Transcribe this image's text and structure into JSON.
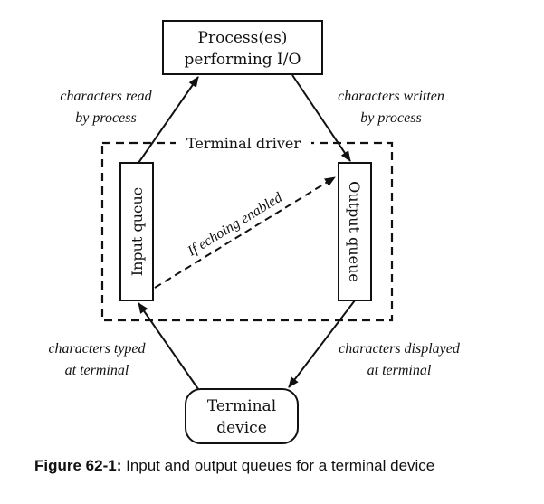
{
  "boxes": {
    "process": {
      "line1": "Process(es)",
      "line2": "performing I/O"
    },
    "terminal_device": {
      "line1": "Terminal",
      "line2": "device"
    },
    "input_queue": "Input queue",
    "output_queue": "Output queue",
    "driver_region": "Terminal driver"
  },
  "labels": {
    "chars_read": {
      "line1": "characters read",
      "line2": "by process"
    },
    "chars_written": {
      "line1": "characters written",
      "line2": "by process"
    },
    "chars_typed": {
      "line1": "characters typed",
      "line2": "at terminal"
    },
    "chars_displayed": {
      "line1": "characters displayed",
      "line2": "at terminal"
    },
    "echo": "If echoing enabled"
  },
  "caption": {
    "label": "Figure 62-1:",
    "text": "Input and output queues for a terminal device"
  }
}
